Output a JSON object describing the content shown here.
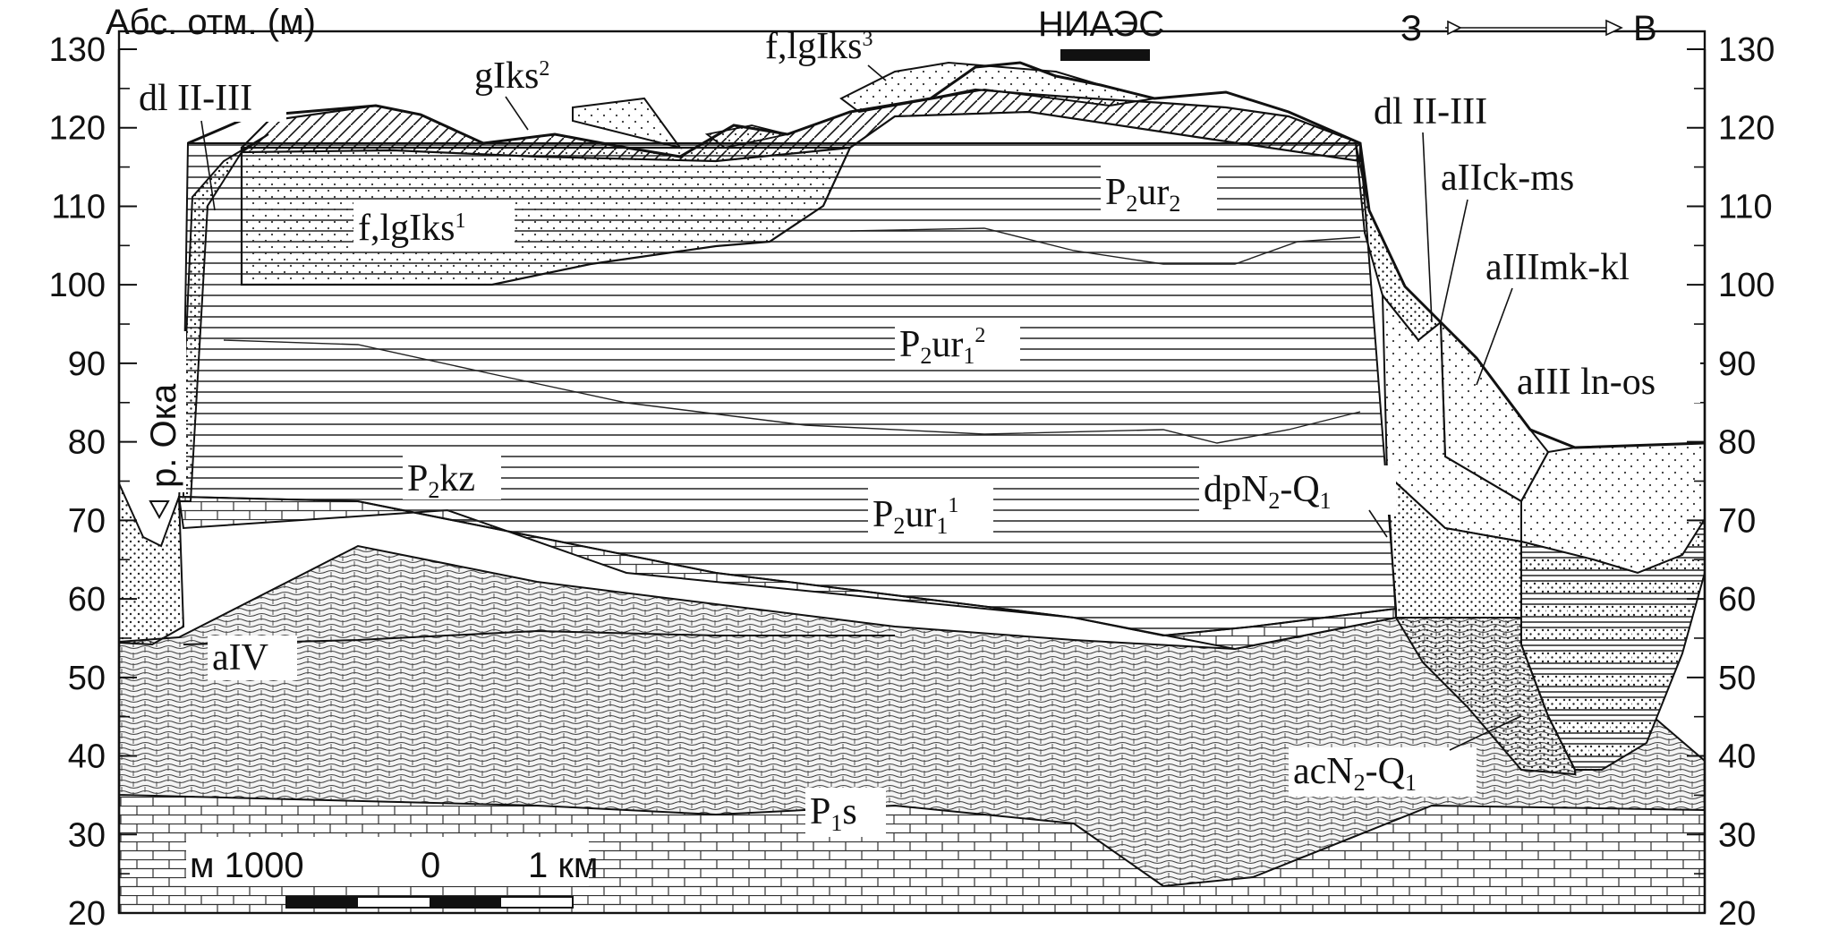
{
  "axis": {
    "title": "Абс. отм. (м)",
    "ticks": [
      "130",
      "120",
      "110",
      "100",
      "90",
      "80",
      "70",
      "60",
      "50",
      "40",
      "30",
      "20"
    ],
    "tick_values": [
      130,
      120,
      110,
      100,
      90,
      80,
      70,
      60,
      50,
      40,
      30,
      20
    ]
  },
  "site": {
    "label": "НИАЭС"
  },
  "orientation": {
    "west": "З",
    "east": "В"
  },
  "river": {
    "label": "р. Ока"
  },
  "scale_bar": {
    "left": "м 1000",
    "zero": "0",
    "right": "1 км"
  },
  "units": {
    "dl_left": "dl II-III",
    "dl_right": "dl II-III",
    "glks2": {
      "main": "gIks",
      "sup": "2"
    },
    "flglks3": {
      "main": "f,lgIks",
      "sup": "3"
    },
    "flglks1": {
      "main": "f,lgIks",
      "sup": "1"
    },
    "aiick": "aIIck-ms",
    "aiiimk": "aIIImk-kl",
    "aiiiln": "aIII ln-os",
    "p2ur2": {
      "p": "P",
      "s": "2",
      "main": "ur",
      "s2": "2"
    },
    "p2ur1_2": {
      "p": "P",
      "s": "2",
      "main": "ur",
      "s2": "1",
      "sup": "2"
    },
    "p2ur1_1": {
      "p": "P",
      "s": "2",
      "main": "ur",
      "s2": "1",
      "sup": "1"
    },
    "p2kz": {
      "p": "P",
      "s": "2",
      "main": "kz"
    },
    "dpn2": {
      "main": "dpN",
      "s": "2",
      "mid": "-Q",
      "s2": "1"
    },
    "acn2": {
      "main": "acN",
      "s": "2",
      "mid": "-Q",
      "s2": "1"
    },
    "aiv": "aIV",
    "p1s": {
      "p": "P",
      "s": "1",
      "main": "s"
    }
  }
}
